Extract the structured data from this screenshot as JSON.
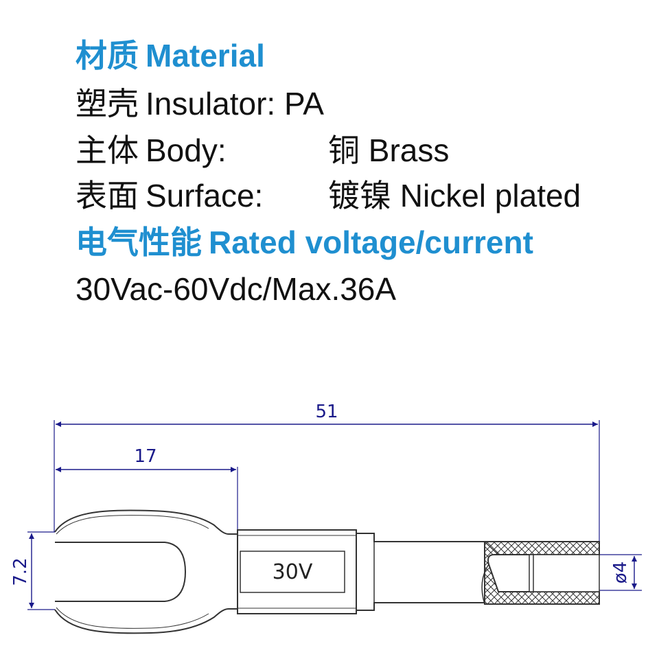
{
  "specs": {
    "material": {
      "zh": "材质",
      "en": "Material"
    },
    "insulator": {
      "zh": "塑壳",
      "en": "Insulator: PA"
    },
    "body": {
      "zh": "主体",
      "en": "Body:",
      "value": "铜 Brass"
    },
    "surface": {
      "zh": "表面",
      "en": "Surface:",
      "value": "镀镍 Nickel plated"
    },
    "rated": {
      "zh": "电气性能",
      "en": "Rated voltage/current"
    },
    "rating_value": "30Vac-60Vdc/Max.36A"
  },
  "drawing": {
    "dim_total": "51",
    "dim_fork": "17",
    "dim_width": "7.2",
    "dim_bore": "ø4",
    "label": "30V"
  },
  "colors": {
    "heading": "#1f8fd0",
    "text": "#111111",
    "dimension": "#1a1a8a",
    "outline": "#333333"
  }
}
